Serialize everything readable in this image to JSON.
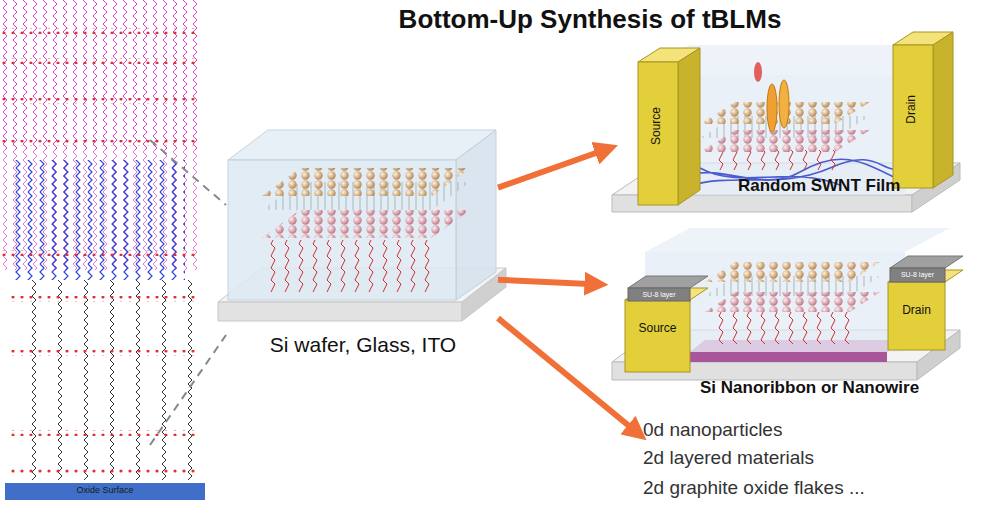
{
  "diagram": {
    "title": "Bottom-Up Synthesis of tBLMs",
    "nodes": [
      {
        "text": [
          "Oxide Surface"
        ]
      },
      {
        "text": [
          "Si wafer, Glass, ITO"
        ]
      },
      {
        "text": [
          "Random SWNT Film"
        ]
      },
      {
        "text": [
          "Source"
        ],
        "in": 2
      },
      {
        "text": [
          "Drain"
        ],
        "in": 2
      },
      {
        "text": [
          "Si Nanoribbon or Nanowire"
        ]
      },
      {
        "text": [
          "Source"
        ],
        "in": 5
      },
      {
        "text": [
          "Drain"
        ],
        "in": 5
      },
      {
        "text": [
          "SU-8 layer"
        ],
        "in": 5
      },
      {
        "text": [
          "SU-8 layer"
        ],
        "in": 5
      },
      {
        "text": [
          "0d nanoparticles",
          "2d layered materials",
          "2d graphite oxide flakes ..."
        ]
      }
    ],
    "edges": [
      {
        "from": 1,
        "to": 2,
        "arrow": "to"
      },
      {
        "from": 1,
        "to": 5,
        "arrow": "to"
      },
      {
        "from": 1,
        "to": 10,
        "arrow": "to"
      }
    ]
  }
}
